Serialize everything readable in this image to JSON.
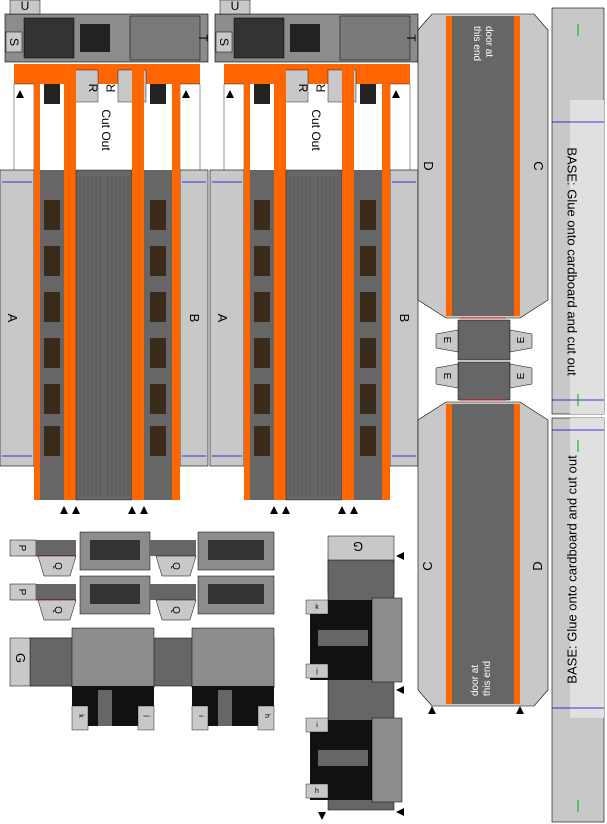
{
  "sheet": {
    "colors": {
      "dark_gray": "#666666",
      "mid_gray": "#8c8c8c",
      "light_gray": "#c8c8c8",
      "orange": "#ff6600",
      "black": "#1a1a1a",
      "white": "#ffffff",
      "window_brown": "#3a2a1a",
      "cut_red": "#cc0000",
      "guide_blue": "#0000cc",
      "guide_green": "#00aa00"
    },
    "cars": [
      {
        "letters": {
          "top_u": "U",
          "top_s": "S",
          "top_t": "T",
          "roof_r1": "R",
          "roof_r2": "R",
          "cut_out": "Cut Out",
          "side_a": "A",
          "side_b": "B"
        }
      },
      {
        "letters": {
          "top_u": "U",
          "top_s": "S",
          "top_t": "T",
          "roof_r1": "R",
          "roof_r2": "R",
          "cut_out": "Cut Out",
          "side_a": "A",
          "side_b": "B"
        }
      }
    ],
    "base_strip": {
      "top": {
        "side_c": "C",
        "side_d": "D",
        "door_text": "door at\nthis end",
        "base_text": "BASE:  Glue onto cardboard and cut out"
      },
      "bottom": {
        "side_c": "C",
        "side_d": "D",
        "door_text": "door at\nthis end",
        "base_text": "BASE:  Glue onto cardboard and cut out"
      },
      "e_tabs": [
        "E",
        "E",
        "E",
        "E"
      ]
    },
    "bogie_parts": {
      "p_labels": [
        "P",
        "P"
      ],
      "q_labels": [
        "Q",
        "Q",
        "Q",
        "Q"
      ],
      "g_labels": [
        "G",
        "G"
      ],
      "small_letters_left": [
        "k",
        "j",
        "i",
        "h"
      ],
      "small_letters_right": [
        "k",
        "j",
        "i",
        "h"
      ]
    }
  }
}
